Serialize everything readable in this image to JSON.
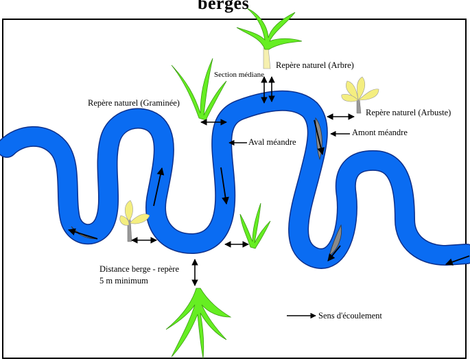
{
  "title_fragment": "berges",
  "labels": {
    "section_mediane": "Section médiane",
    "repere_arbre": "Repère naturel (Arbre)",
    "repere_graminee": "Repère naturel (Graminée)",
    "repere_arbuste": "Repère naturel (Arbuste)",
    "amont_meandre": "Amont méandre",
    "aval_meandre": "Aval méandre",
    "distance_line1": "Distance berge - repère",
    "distance_line2": "5 m minimum",
    "legend_flow": "Sens d'écoulement"
  },
  "colors": {
    "river": "#0a6cf2",
    "river_edge": "#0c2f8a",
    "grass": "#66ee22",
    "tree_trunk": "#f6f0b0",
    "shrub": "#f4ee80",
    "erosion": "#8a8a8a",
    "arrow": "#000000"
  }
}
